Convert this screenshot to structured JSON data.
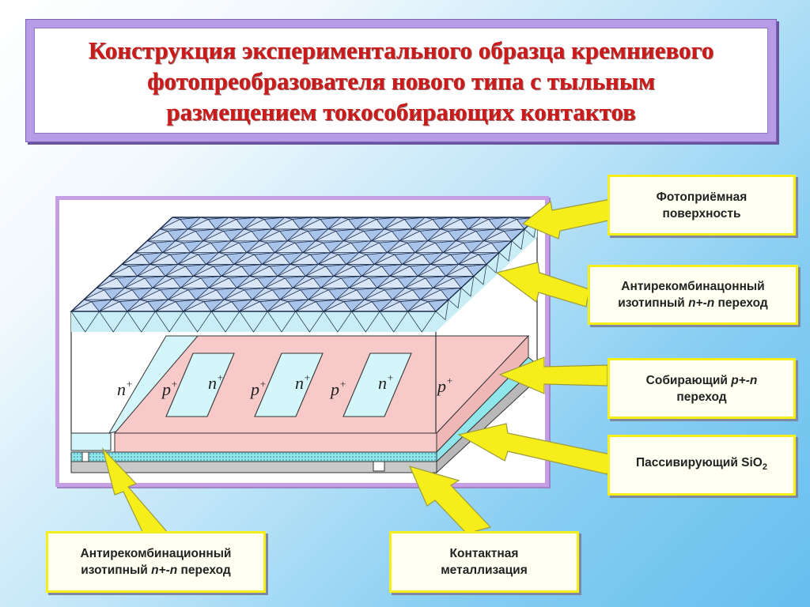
{
  "title": {
    "line1": "Конструкция экспериментального образца кремниевого",
    "line2": "фотопреобразователя нового типа с тыльным",
    "line3": "размещением токособирающих контактов"
  },
  "labels": {
    "photoreceiving": {
      "line1": "Фотоприёмная",
      "line2": "поверхность"
    },
    "antirecomb_top": {
      "line1": "Антирекомбинацонный",
      "line2_pre": "изотипный ",
      "line2_ital": "n+-n",
      "line2_post": " переход"
    },
    "collecting": {
      "line1_pre": "Собирающий  ",
      "line1_ital": "p+-n",
      "line2": "переход"
    },
    "passivating": {
      "text": "Пассивирующий SiO",
      "sub": "2"
    },
    "antirecomb_bottom": {
      "line1": "Антирекомбинационный",
      "line2_pre": "изотипный ",
      "line2_ital": "n+-n",
      "line2_post": " переход"
    },
    "metallization": {
      "line1": "Контактная",
      "line2": "металлизация"
    }
  },
  "diagram_labels": [
    {
      "base": "n",
      "sup": "+"
    },
    {
      "base": "p",
      "sup": "+"
    },
    {
      "base": "n",
      "sup": "+"
    },
    {
      "base": "p",
      "sup": "+"
    },
    {
      "base": "n",
      "sup": "+"
    },
    {
      "base": "p",
      "sup": "+"
    },
    {
      "base": "n",
      "sup": "+"
    },
    {
      "base": "p",
      "sup": "+"
    }
  ],
  "colors": {
    "pyramid_fill": "#bcd3f0",
    "pyramid_stroke": "#1a2a4a",
    "n_plus_layer": "#d3f6fa",
    "p_plus_region": "#f8c9c9",
    "passivation": "#8fe7ec",
    "metal": "#c9c9c9",
    "arrow": "#f5ee1a"
  }
}
